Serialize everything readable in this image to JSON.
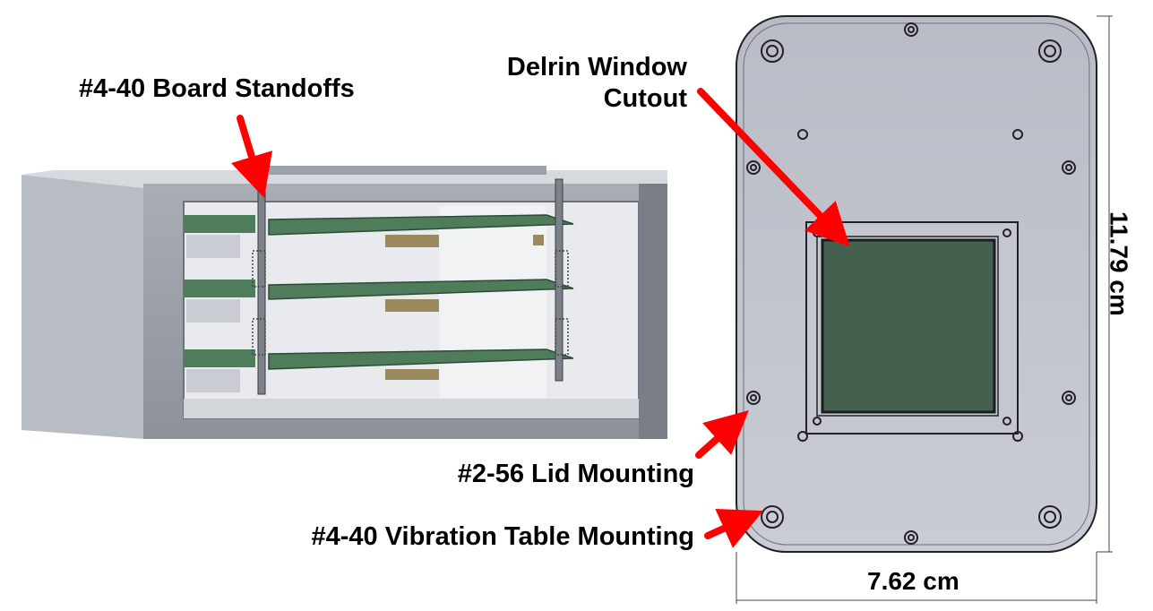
{
  "labels": {
    "board_standoffs": "#4-40 Board Standoffs",
    "delrin_line1": "Delrin Window",
    "delrin_line2": "Cutout",
    "lid_mounting": "#2-56 Lid Mounting",
    "vibration_mounting": "#4-40 Vibration Table Mounting",
    "width": "7.62 cm",
    "height": "11.79 cm"
  },
  "colors": {
    "arrow": "#ff0000",
    "housing": "#9a9ea6",
    "plate": "#b4b8c2",
    "board": "#3d6b4a",
    "window": "#46604f"
  }
}
